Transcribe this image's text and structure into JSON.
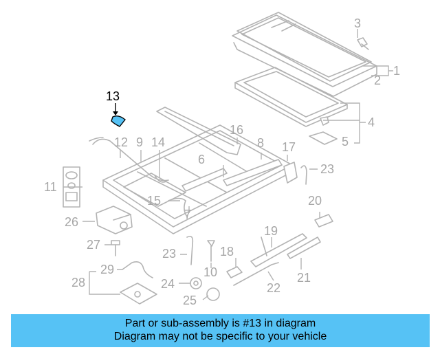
{
  "callouts": {
    "c1": "1",
    "c2": "2",
    "c3": "3",
    "c4": "4",
    "c5": "5",
    "c6": "6",
    "c7": "7",
    "c8": "8",
    "c9": "9",
    "c10": "10",
    "c11": "11",
    "c12": "12",
    "c13": "13",
    "c14": "14",
    "c15": "15",
    "c16": "16",
    "c17": "17",
    "c18": "18",
    "c19": "19",
    "c20": "20",
    "c21": "21",
    "c22": "22",
    "c23a": "23",
    "c23b": "23",
    "c24": "24",
    "c25": "25",
    "c26": "26",
    "c27": "27",
    "c28": "28",
    "c29": "29"
  },
  "highlight": {
    "part_number": "13",
    "color": "#56c2f5"
  },
  "banner": {
    "line1": "Part or sub-assembly is #13 in diagram",
    "line2": "Diagram may not be specific to your vehicle",
    "background": "#56c2f5"
  }
}
